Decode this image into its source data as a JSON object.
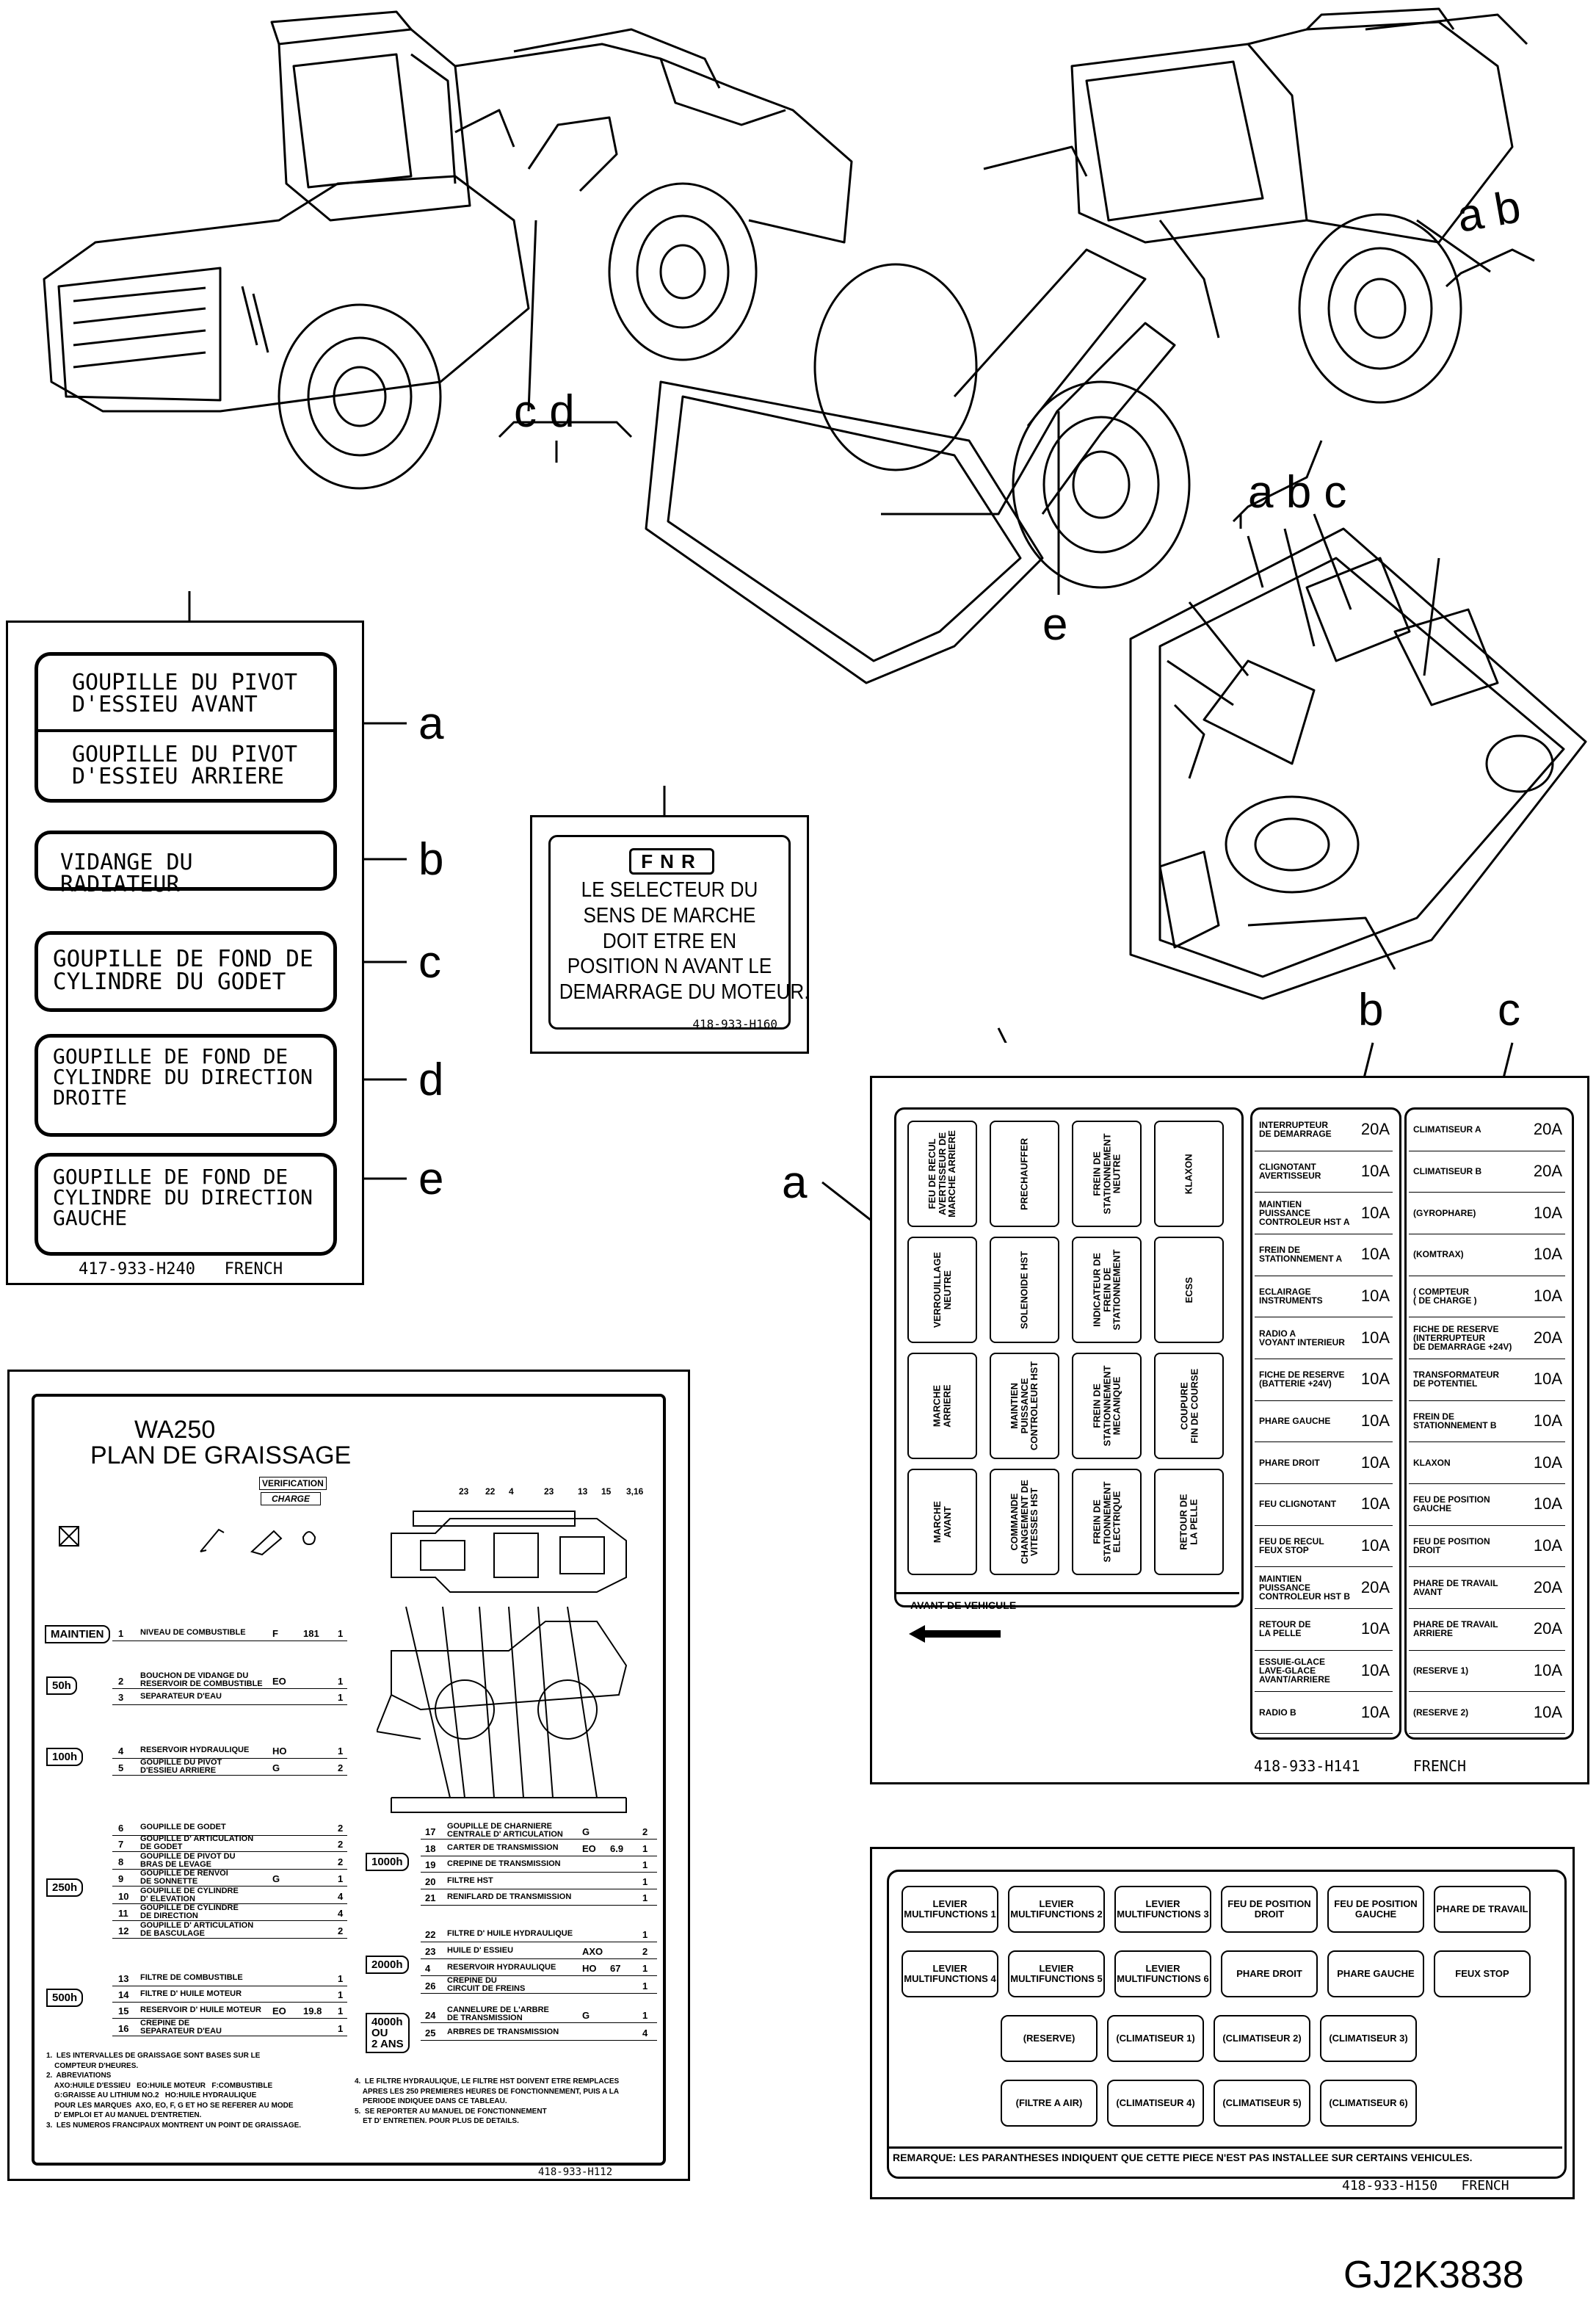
{
  "page_code": "GJ2K3838",
  "callouts": {
    "cd": "c d",
    "ab_top": "a b",
    "e_top": "e",
    "abc_cab": "a b c",
    "panel_a_letters": [
      "a",
      "b",
      "c",
      "d",
      "e"
    ],
    "fuse_a": "a",
    "fuse_b": "b",
    "fuse_c": "c"
  },
  "label_panel": {
    "labels": [
      "GOUPILLE DU PIVOT\nD'ESSIEU AVANT",
      "GOUPILLE DU PIVOT\nD'ESSIEU ARRIERE",
      "VIDANGE DU RADIATEUR",
      "GOUPILLE DE FOND DE\nCYLINDRE DU GODET",
      "GOUPILLE DE FOND DE\nCYLINDRE DU DIRECTION\nDROITE",
      "GOUPILLE DE FOND DE\nCYLINDRE DU DIRECTION\nGAUCHE"
    ],
    "footer": "417-933-H240   FRENCH"
  },
  "fnr": {
    "badge": "FNR",
    "text": "LE SELECTEUR DU\nSENS DE MARCHE\nDOIT ETRE EN\nPOSITION N AVANT LE\nDEMARRAGE DU MOTEUR.",
    "code": "418-933-H160"
  },
  "fuse_panel": {
    "switches": [
      "FEU DE RECUL\nAVERTISSEUR DE\nMARCHE ARRIERE",
      "PRECHAUFFER",
      "FREIN DE\nSTATIONNEMENT\nNEUTRE",
      "KLAXON",
      "VERROUILLAGE\nNEUTRE",
      "SOLENOIDE HST",
      "INDICATEUR DE\nFREIN DE\nSTATIONNEMENT",
      "ECSS",
      "MARCHE\nARRIERE",
      "MAINTIEN\nPUISSANCE\nCONTROLEUR HST",
      "FREIN DE\nSTATIONNEMENT\nMECANIQUE",
      "COUPURE\nFIN DE COURSE",
      "MARCHE\nAVANT",
      "COMMANDE\nCHANGEMENT DE\nVITESSES HST",
      "FREIN DE\nSTATIONNEMENT\nELECTRIQUE",
      "RETOUR DE\nLA PELLE"
    ],
    "front_label": "AVANT DE VEHICULE",
    "col_b": [
      [
        "INTERRUPTEUR\nDE DEMARRAGE",
        "20A"
      ],
      [
        "CLIGNOTANT\nAVERTISSEUR",
        "10A"
      ],
      [
        "MAINTIEN\nPUISSANCE\nCONTROLEUR HST A",
        "10A"
      ],
      [
        "FREIN DE\nSTATIONNEMENT A",
        "10A"
      ],
      [
        "ECLAIRAGE\nINSTRUMENTS",
        "10A"
      ],
      [
        "RADIO A\nVOYANT INTERIEUR",
        "10A"
      ],
      [
        "FICHE DE RESERVE\n(BATTERIE +24V)",
        "10A"
      ],
      [
        "PHARE GAUCHE",
        "10A"
      ],
      [
        "PHARE DROIT",
        "10A"
      ],
      [
        "FEU CLIGNOTANT",
        "10A"
      ],
      [
        "FEU DE RECUL\nFEUX STOP",
        "10A"
      ],
      [
        "MAINTIEN\nPUISSANCE\nCONTROLEUR HST B",
        "20A"
      ],
      [
        "RETOUR DE\nLA PELLE",
        "10A"
      ],
      [
        "ESSUIE-GLACE\nLAVE-GLACE\nAVANT/ARRIERE",
        "10A"
      ],
      [
        "RADIO B",
        "10A"
      ]
    ],
    "col_c": [
      [
        "CLIMATISEUR A",
        "20A"
      ],
      [
        "CLIMATISEUR B",
        "20A"
      ],
      [
        "(GYROPHARE)",
        "10A"
      ],
      [
        "(KOMTRAX)",
        "10A"
      ],
      [
        "( COMPTEUR\n( DE CHARGE )",
        "10A"
      ],
      [
        "FICHE DE RESERVE\n(INTERRUPTEUR\nDE DEMARRAGE +24V)",
        "20A"
      ],
      [
        "TRANSFORMATEUR\nDE POTENTIEL",
        "10A"
      ],
      [
        "FREIN DE\nSTATIONNEMENT B",
        "10A"
      ],
      [
        "KLAXON",
        "10A"
      ],
      [
        "FEU DE POSITION\nGAUCHE",
        "10A"
      ],
      [
        "FEU DE POSITION\nDROIT",
        "10A"
      ],
      [
        "PHARE DE TRAVAIL\nAVANT",
        "20A"
      ],
      [
        "PHARE DE TRAVAIL\nARRIERE",
        "20A"
      ],
      [
        "(RESERVE 1)",
        "10A"
      ],
      [
        "(RESERVE 2)",
        "10A"
      ]
    ],
    "footer": "418-933-H141      FRENCH"
  },
  "switch_panel": {
    "rows": [
      [
        "LEVIER\nMULTIFUNCTIONS 1",
        "LEVIER\nMULTIFUNCTIONS 2",
        "LEVIER\nMULTIFUNCTIONS 3",
        "FEU DE POSITION\nDROIT",
        "FEU DE POSITION\nGAUCHE",
        "PHARE DE TRAVAIL"
      ],
      [
        "LEVIER\nMULTIFUNCTIONS 4",
        "LEVIER\nMULTIFUNCTIONS 5",
        "LEVIER\nMULTIFUNCTIONS 6",
        "PHARE DROIT",
        "PHARE GAUCHE",
        "FEUX STOP"
      ],
      [
        "(RESERVE)",
        "(CLIMATISEUR 1)",
        "(CLIMATISEUR 2)",
        "(CLIMATISEUR 3)"
      ],
      [
        "(FILTRE A AIR)",
        "(CLIMATISEUR 4)",
        "(CLIMATISEUR 5)",
        "(CLIMATISEUR 6)"
      ]
    ],
    "remark": "REMARQUE: LES PARANTHESES INDIQUENT QUE CETTE PIECE N'EST PAS INSTALLEE SUR CERTAINS VEHICULES.",
    "footer": "418-933-H150   FRENCH"
  },
  "grease_panel": {
    "model": "WA250",
    "title": "PLAN DE GRAISSAGE",
    "verif": "VERIFICATION",
    "charge": "CHARGE",
    "intervals": [
      "MAINTIEN",
      "50h",
      "100h",
      "250h",
      "500h",
      "1000h",
      "2000h",
      "4000h\nOU\n2 ANS"
    ],
    "left_rows": [
      [
        "1",
        "NIVEAU DE COMBUSTIBLE",
        "F",
        "181",
        "1"
      ],
      [
        "2",
        "BOUCHON DE VIDANGE DU\nRESERVOIR DE COMBUSTIBLE",
        "EO",
        "",
        "1"
      ],
      [
        "3",
        "SEPARATEUR D'EAU",
        "",
        "",
        "1"
      ],
      [
        "4",
        "RESERVOIR HYDRAULIQUE",
        "HO",
        "",
        "1"
      ],
      [
        "5",
        "GOUPILLE DU PIVOT\nD'ESSIEU ARRIERE",
        "G",
        "",
        "2"
      ],
      [
        "6",
        "GOUPILLE DE GODET",
        "",
        "",
        "2"
      ],
      [
        "7",
        "GOUPILLE D' ARTICULATION\nDE GODET",
        "",
        "",
        "2"
      ],
      [
        "8",
        "GOUPILLE DE PIVOT DU\nBRAS DE LEVAGE",
        "",
        "",
        "2"
      ],
      [
        "9",
        "GOUPILLE DE RENVOI\nDE SONNETTE",
        "G",
        "",
        "1"
      ],
      [
        "10",
        "GOUPILLE DE CYLINDRE\nD' ELEVATION",
        "",
        "",
        "4"
      ],
      [
        "11",
        "GOUPILLE DE CYLINDRE\nDE DIRECTION",
        "",
        "",
        "4"
      ],
      [
        "12",
        "GOUPILLE D' ARTICULATION\nDE BASCULAGE",
        "",
        "",
        "2"
      ],
      [
        "13",
        "FILTRE DE COMBUSTIBLE",
        "",
        "",
        "1"
      ],
      [
        "14",
        "FILTRE D' HUILE MOTEUR",
        "",
        "",
        "1"
      ],
      [
        "15",
        "RESERVOIR D' HUILE MOTEUR",
        "EO",
        "19.8",
        "1"
      ],
      [
        "16",
        "CREPINE DE\nSEPARATEUR D'EAU",
        "",
        "",
        "1"
      ]
    ],
    "right_rows": [
      [
        "17",
        "GOUPILLE DE CHARNIERE\nCENTRALE D' ARTICULATION",
        "G",
        "",
        "2"
      ],
      [
        "18",
        "CARTER DE TRANSMISSION",
        "EO",
        "6.9",
        "1"
      ],
      [
        "19",
        "CREPINE DE TRANSMISSION",
        "",
        "",
        "1"
      ],
      [
        "20",
        "FILTRE HST",
        "",
        "",
        "1"
      ],
      [
        "21",
        "RENIFLARD DE TRANSMISSION",
        "",
        "",
        "1"
      ],
      [
        "22",
        "FILTRE D' HUILE HYDRAULIQUE",
        "",
        "",
        "1"
      ],
      [
        "23",
        "HUILE D' ESSIEU",
        "AXO",
        "",
        "2"
      ],
      [
        "4",
        "RESERVOIR HYDRAULIQUE",
        "HO",
        "67",
        "1"
      ],
      [
        "26",
        "CREPINE DU\nCIRCUIT DE FREINS",
        "",
        "",
        "1"
      ],
      [
        "24",
        "CANNELURE DE L'ARBRE\nDE TRANSMISSION",
        "G",
        "",
        "1"
      ],
      [
        "25",
        "ARBRES DE TRANSMISSION",
        "",
        "",
        "4"
      ]
    ],
    "diagram_top_numbers": [
      "23",
      "22",
      "4",
      "23",
      "13",
      "15",
      "3,16"
    ],
    "notes_left": "1.  LES INTERVALLES DE GRAISSAGE SONT BASES SUR LE\n    COMPTEUR D'HEURES.\n2.  ABREVIATIONS\n    AXO:HUILE D'ESSIEU   EO:HUILE MOTEUR   F:COMBUSTIBLE\n    G:GRAISSE AU LITHIUM NO.2   HO:HUILE HYDRAULIQUE\n    POUR LES MARQUES  AXO, EO, F, G ET HO SE REFERER AU MODE\n    D' EMPLOI ET AU MANUEL D'ENTRETIEN.\n3.  LES NUMEROS FRANCIPAUX MONTRENT UN POINT DE GRAISSAGE.",
    "notes_right": "4.  LE FILTRE HYDRAULIQUE, LE FILTRE HST DOIVENT ETRE REMPLACES\n    APRES LES 250 PREMIERES HEURES DE FONCTIONNEMENT, PUIS A LA\n    PERIODE INDIQUEE DANS CE TABLEAU.\n5.  SE REPORTER AU MANUEL DE FONCTIONNEMENT\n    ET D' ENTRETIEN. POUR PLUS DE DETAILS.",
    "code": "418-933-H112"
  }
}
